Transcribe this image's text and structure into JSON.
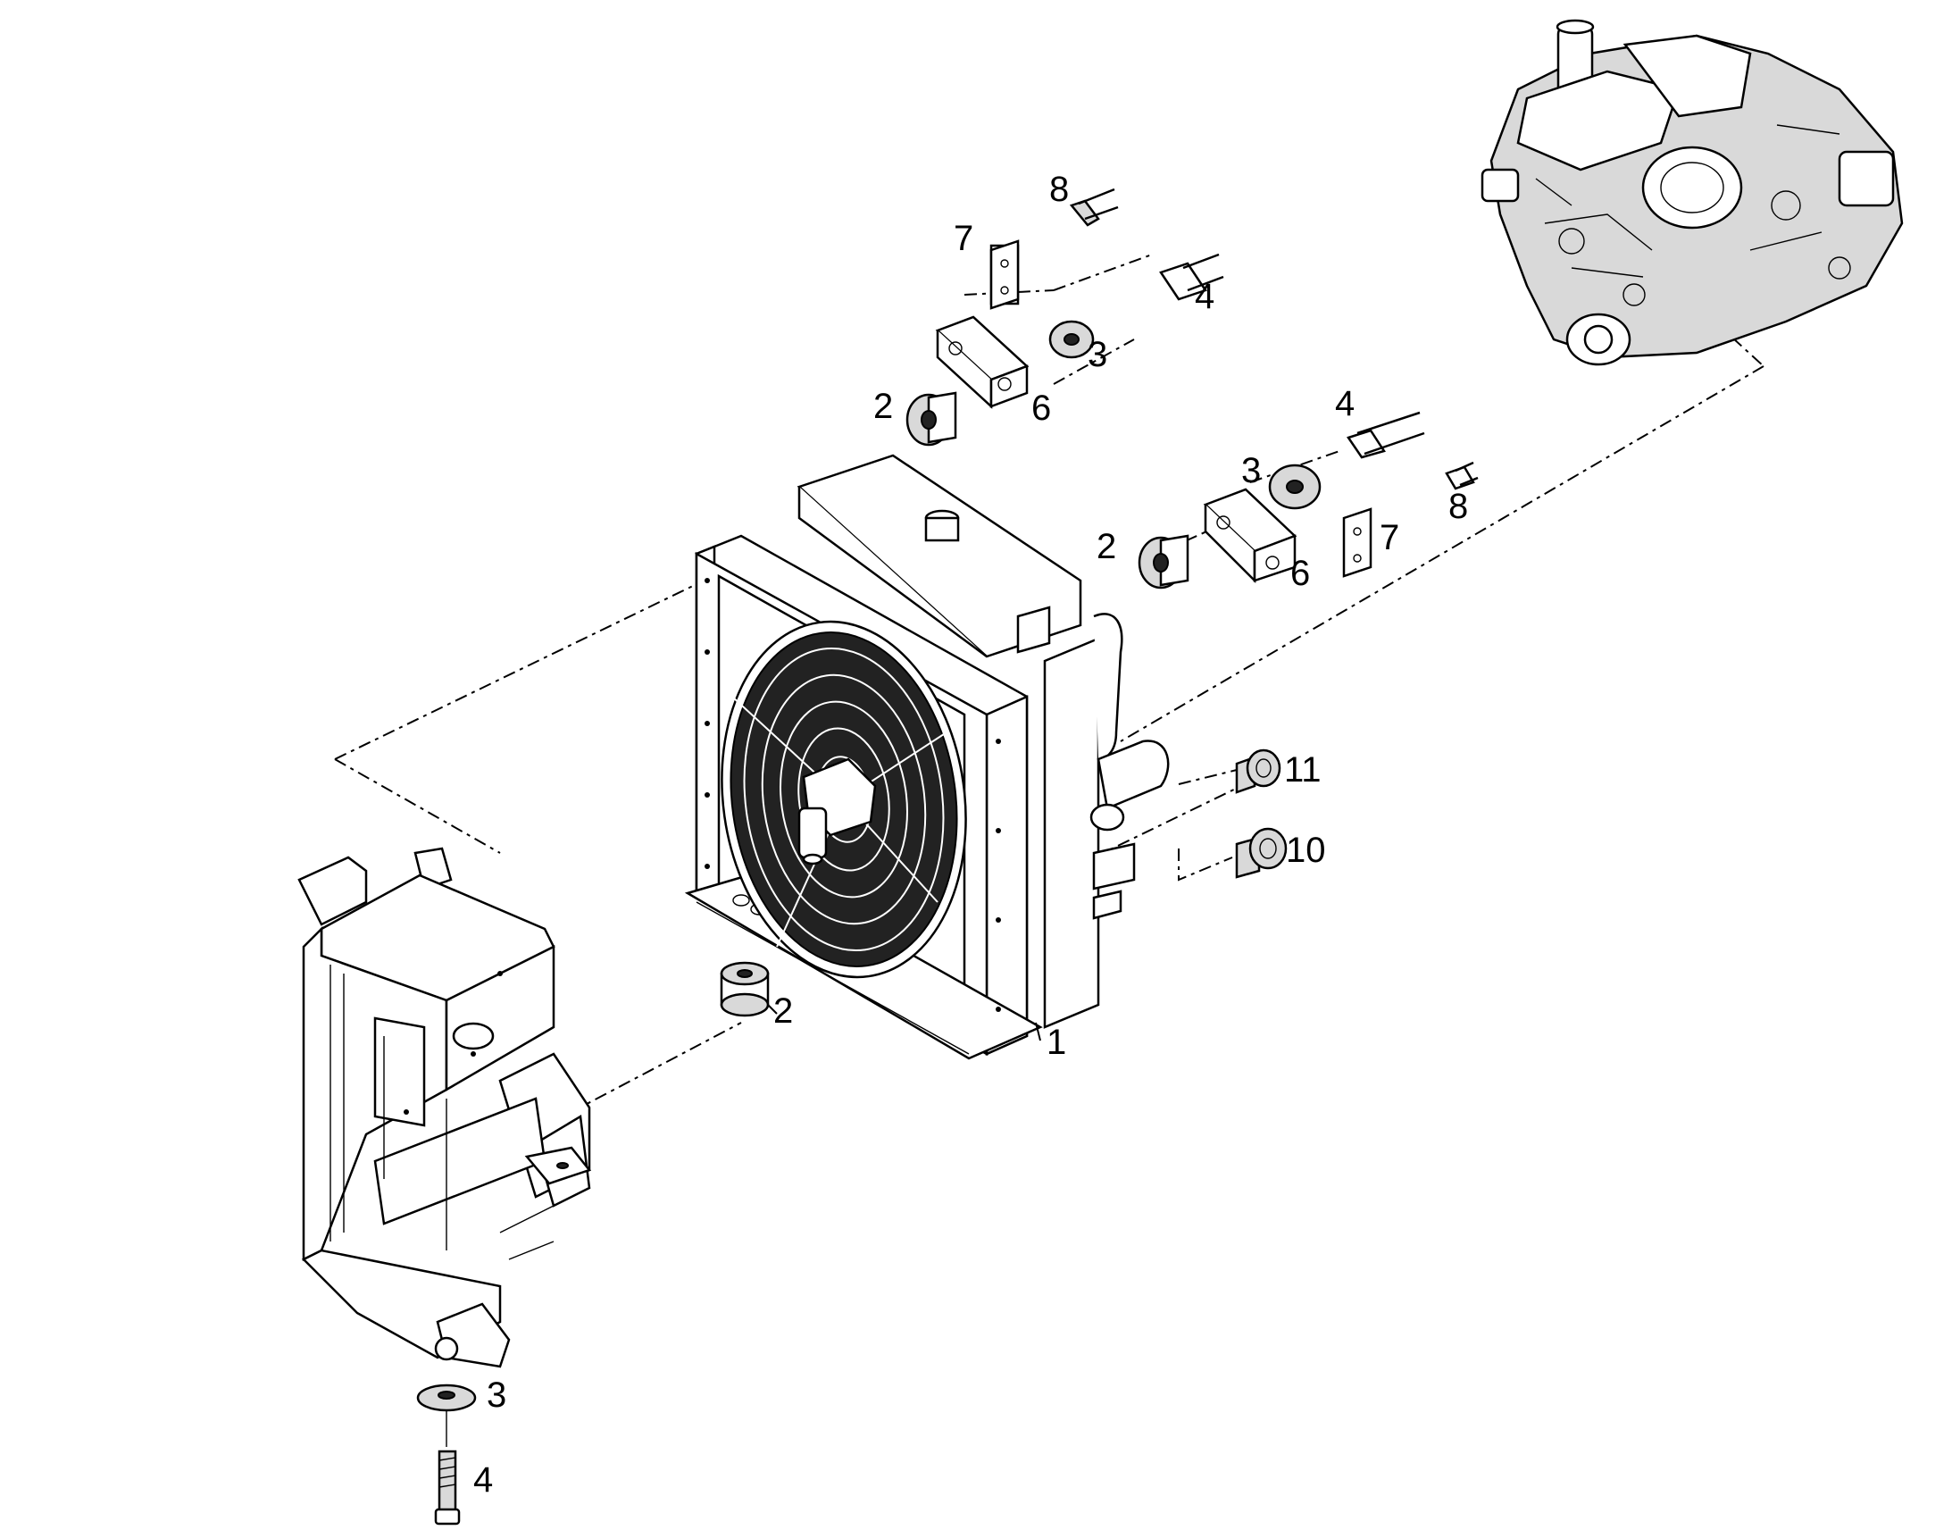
{
  "callouts": {
    "top_8": "8",
    "top_7": "7",
    "top_4": "4",
    "top_3": "3",
    "top_6": "6",
    "top_2": "2",
    "right_4": "4",
    "right_3": "3",
    "right_8": "8",
    "right_7": "7",
    "right_2": "2",
    "right_6": "6",
    "fitting_11": "11",
    "fitting_10": "10",
    "radiator_1": "1",
    "bottom_2": "2",
    "frame_3": "3",
    "frame_4": "4"
  }
}
